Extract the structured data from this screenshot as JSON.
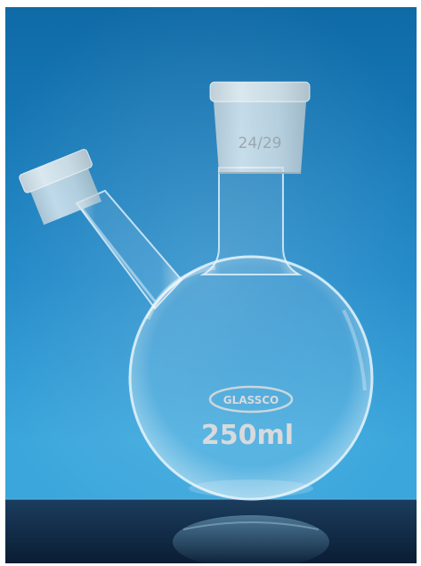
{
  "photo": {
    "colors": {
      "backdrop_top": "#0f6aa6",
      "backdrop_mid": "#1e88c8",
      "backdrop_bottom": "#3aa6dc",
      "floor": "#0a1d33",
      "glass_edge": "#e6f4fb",
      "ground_joint": "#d2dde2",
      "print": "#d8dadc"
    },
    "flask": {
      "joint_size_label": "24/29",
      "brand_logo_text": "GLASSCO",
      "volume_label": "250ml"
    }
  }
}
